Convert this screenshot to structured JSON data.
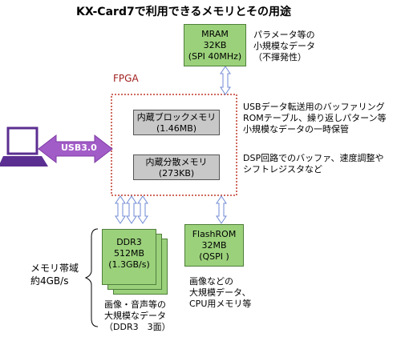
{
  "title": "KX-Card7で利用できるメモリとその用途",
  "fpga": {
    "label": "FPGA"
  },
  "mram": {
    "line1": "MRAM",
    "line2": "32KB",
    "line3": "(SPI 40MHz)"
  },
  "mram_note": {
    "line1": "パラメータ等の",
    "line2": "小規模なデータ",
    "line3": "（不揮発性）"
  },
  "block_mem": {
    "line1": "内蔵ブロックメモリ",
    "line2": "(1.46MB)"
  },
  "dist_mem": {
    "line1": "内蔵分散メモリ",
    "line2": "(273KB)"
  },
  "block_note": {
    "line1": "USBデータ転送用のバッファリング",
    "line2": "ROMテーブル、繰り返しパターン等",
    "line3": "小規模なデータの一時保管"
  },
  "dist_note": {
    "line1": "DSP回路でのバッファ、速度調整や",
    "line2": "シフトレジスタなど"
  },
  "usb": {
    "label": "USB3.0"
  },
  "ddr3": {
    "line1": "DDR3",
    "line2": "512MB",
    "line3": "(1.3GB/s)"
  },
  "ddr3_note": {
    "line1": "画像・音声等の",
    "line2": "大規模なデータ",
    "line3": "（DDR3　3面）"
  },
  "bandwidth": {
    "line1": "メモリ帯域",
    "line2": "約4GB/s"
  },
  "flash": {
    "line1": "FlashROM",
    "line2": "32MB",
    "line3": "(QSPI )"
  },
  "flash_note": {
    "line1": "画像などの",
    "line2": "大規模データ、",
    "line3": "CPU用メモリ等"
  },
  "colors": {
    "green": "#9bd17b",
    "grey": "#c8c8c8",
    "arrow": "#8ea6e0",
    "usb_arrow": "#a25cc7",
    "fpga_border": "#c0392b",
    "laptop": "#5b2e91"
  }
}
